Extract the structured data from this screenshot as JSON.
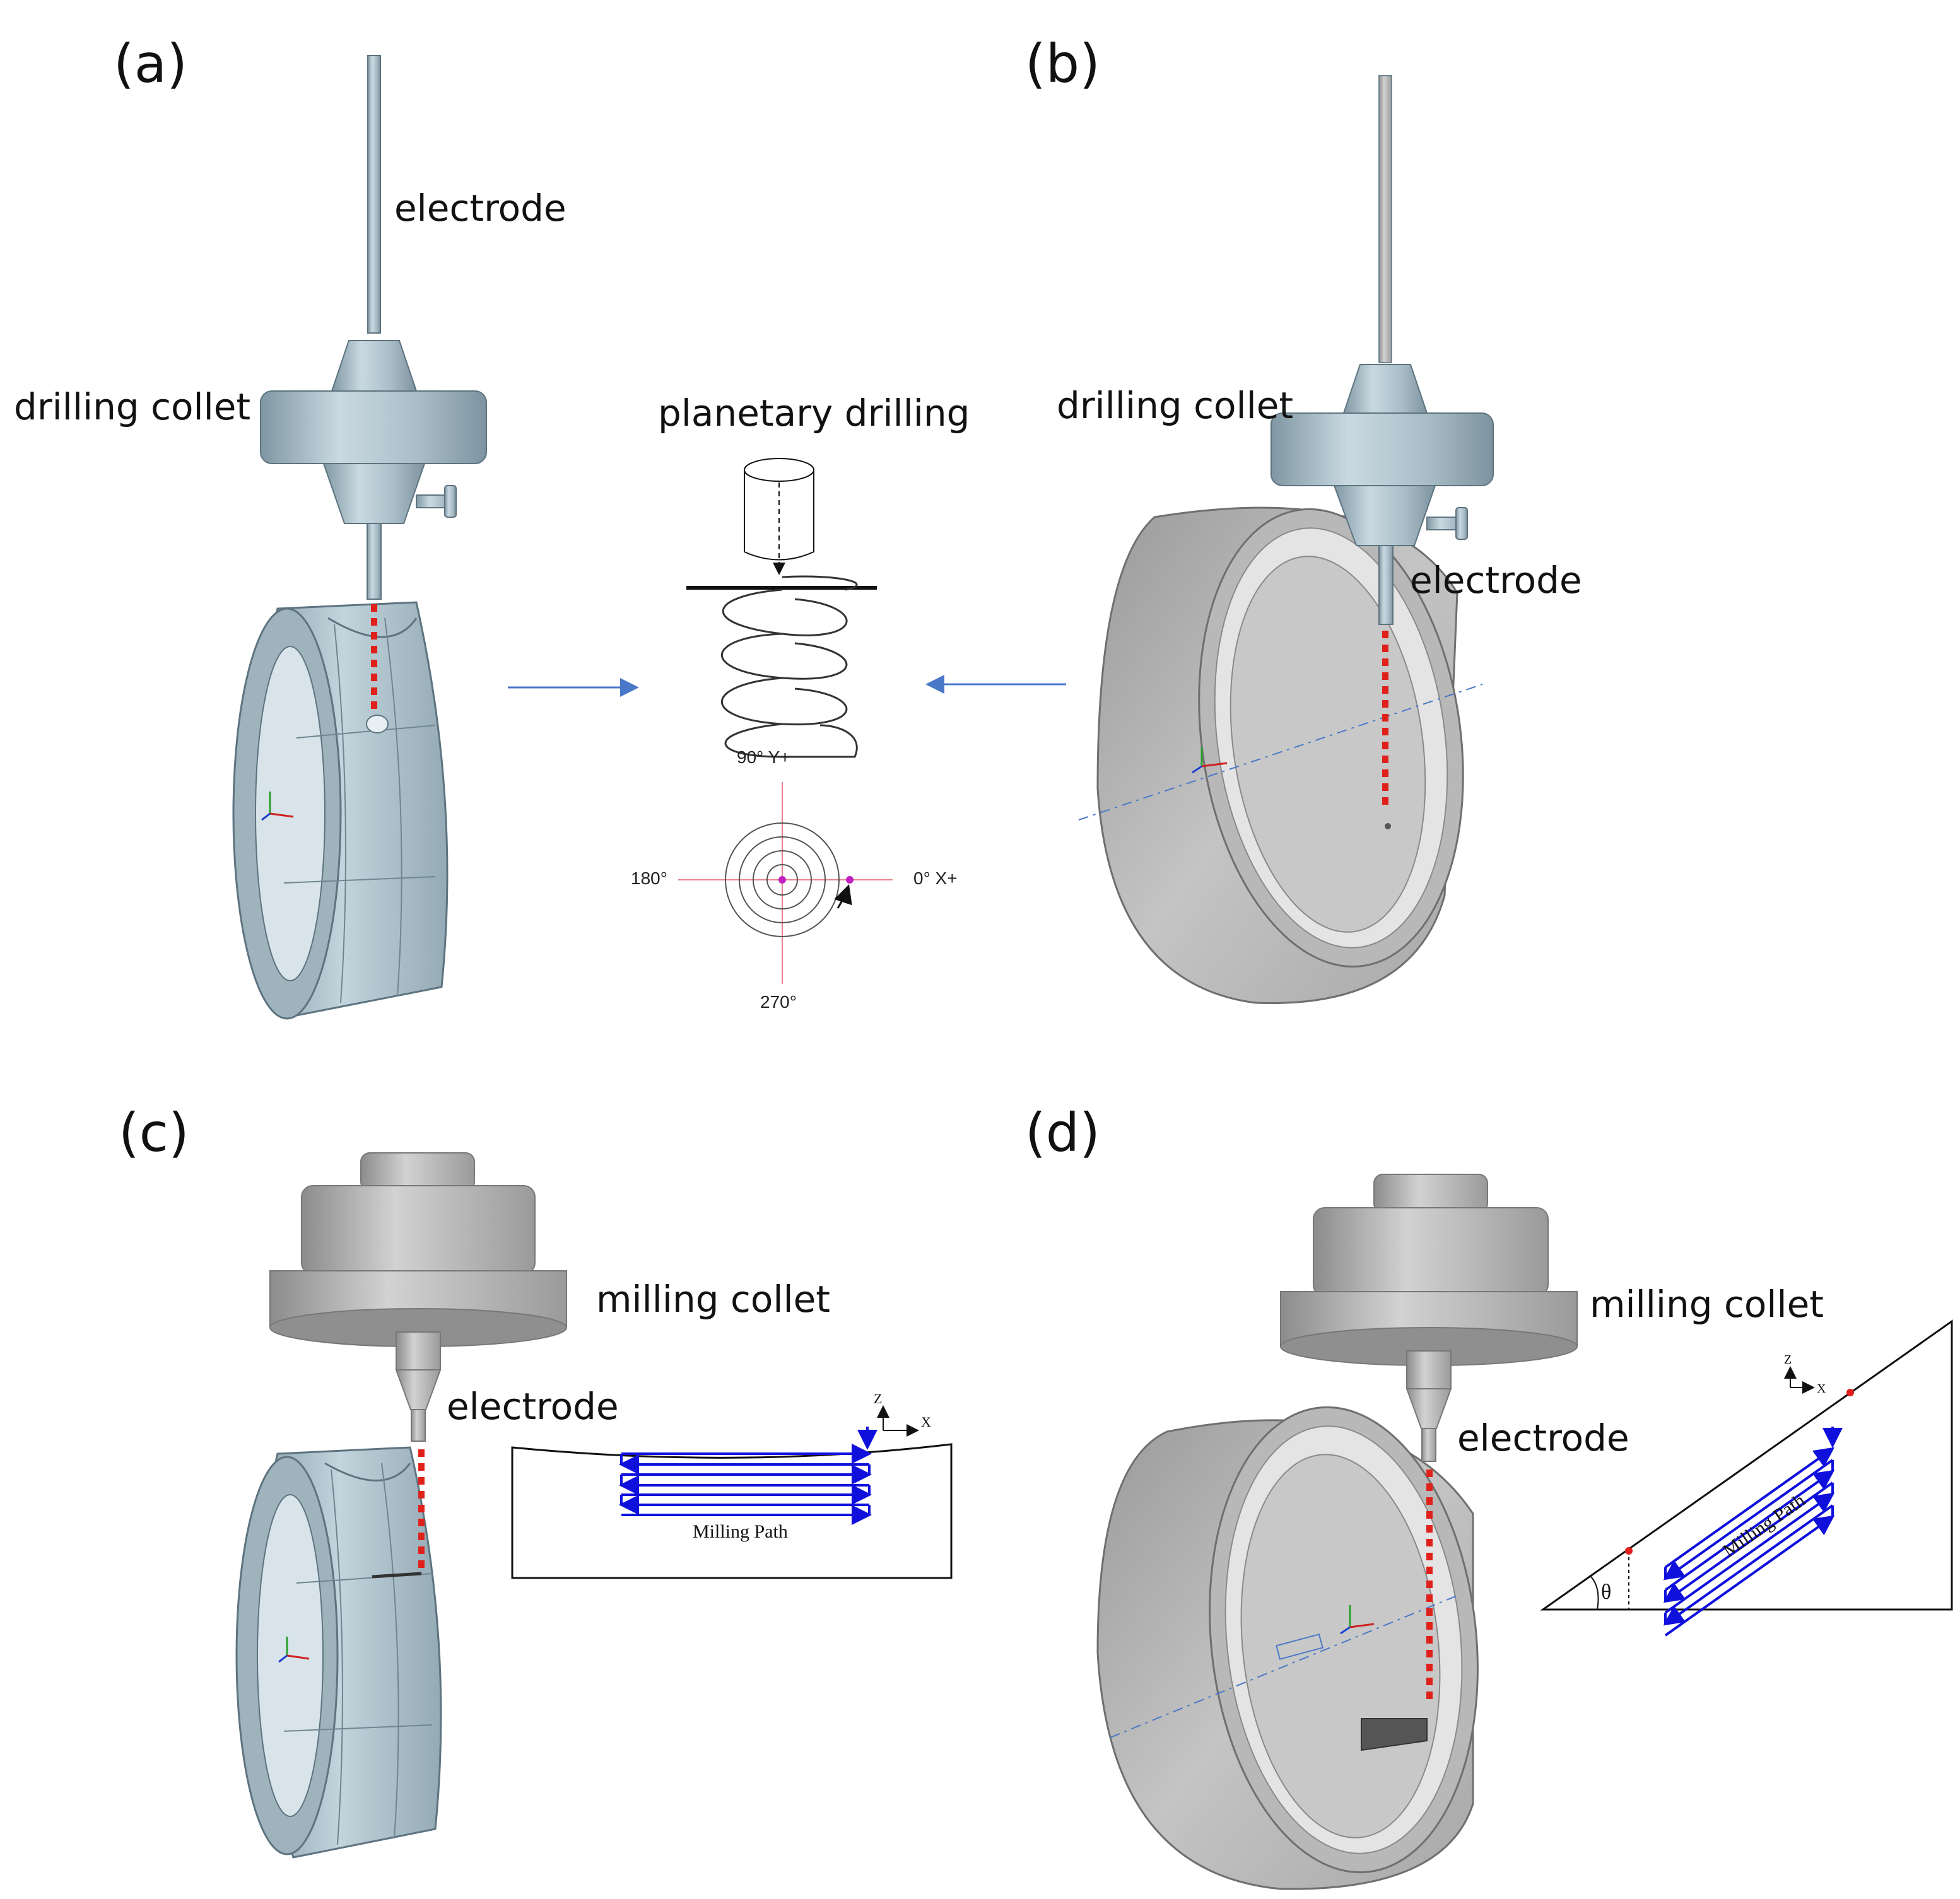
{
  "panels": {
    "a": {
      "label": "(a)",
      "electrode": "electrode",
      "collet": "drilling collet"
    },
    "planetary": {
      "title": "planetary drilling",
      "angle_90": "90° Y+",
      "angle_180": "180°",
      "angle_0": "0° X+",
      "angle_270": "270°"
    },
    "b": {
      "label": "(b)",
      "collet": "drilling collet",
      "electrode": "electrode"
    },
    "c": {
      "label": "(c)",
      "collet": "milling collet",
      "electrode": "electrode",
      "path_label": "Milling Path",
      "axis_z": "Z",
      "axis_x": "X"
    },
    "d": {
      "label": "(d)",
      "collet": "milling collet",
      "electrode": "electrode",
      "path_label": "Milling Path",
      "axis_z": "Z",
      "axis_x": "X",
      "angle": "θ"
    }
  },
  "colors": {
    "metal_blue": "#aec2cc",
    "metal_gray": "#b4b4b4",
    "dashed_red": "#e0201a",
    "path_blue": "#1010dd",
    "arrow_blue": "#4a78c8"
  }
}
